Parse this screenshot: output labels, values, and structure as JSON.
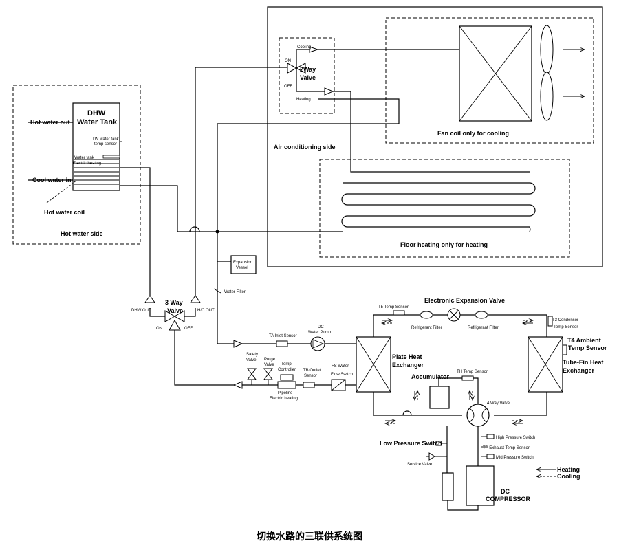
{
  "caption": "切换水路的三联供系统图",
  "labels": {
    "hot_water_out": "Hot water out",
    "cool_water_in": "Cool water in",
    "dhw_title1": "DHW",
    "dhw_title2": "Water Tank",
    "tw_sensor1": "TW water tank",
    "tw_sensor2": "temp sensor",
    "tank_heat1": "Water tank",
    "tank_heat2": "Electric heating",
    "hot_water_coil": "Hot water coil",
    "hot_water_side": "Hot water side",
    "cooling": "Cooling",
    "heating": "Heating",
    "on": "ON",
    "off": "OFF",
    "two_way_valve1": "2Way",
    "two_way_valve2": "Valve",
    "fan_coil": "Fan coil only for cooling",
    "air_conditioning_side": "Air conditioning side",
    "floor_heating": "Floor heating only for heating",
    "expansion_vessel1": "Expansion",
    "expansion_vessel2": "Vessel",
    "water_filter": "Water Filter",
    "dhw_out": "DHW OUT",
    "hc_out": "H/C OUT",
    "three_way_valve1": "3 Way",
    "three_way_valve2": "Valve",
    "ta_inlet_sensor": "TA Inlet Sensor",
    "dc_water_pump1": "DC",
    "dc_water_pump2": "Water Pump",
    "safety_valve1": "Safety",
    "safety_valve2": "Valve",
    "purge_valve1": "Purge",
    "purge_valve2": "Valve",
    "temp_controller1": "Temp",
    "temp_controller2": "Controller",
    "pipeline_heating1": "Pipeline",
    "pipeline_heating2": "Electric heating",
    "tb_outlet1": "TB Outlet",
    "tb_outlet2": "Sensor",
    "fs_flow1": "FS  Water",
    "fs_flow2": "Flow Switch",
    "plate_hx1": "Plate Heat",
    "plate_hx2": "Exchanger",
    "t5_sensor": "T5 Temp Sensor",
    "eev": "Electronic Expansion Valve",
    "refrigerant_filter": "Refrigerant Filter",
    "t3_sensor1": "T3 Condensor",
    "t3_sensor2": "Temp Sensor",
    "t4_sensor1": "T4  Ambient",
    "t4_sensor2": "Temp Sensor",
    "tube_fin1": "Tube-Fin Heat",
    "tube_fin2": "Exchanger",
    "accumulator": "Accumulator",
    "th_sensor": "TH Temp Sensor",
    "four_way_valve": "4 Way Valve",
    "high_pressure": "High Pressure Switch",
    "tp_sensor": "TP  Exhaust Temp Sensor",
    "mid_pressure": "Mid Pressure Switch",
    "low_pressure": "Low Pressure Switch",
    "service_valve": "Service Valve",
    "compressor1": "DC",
    "compressor2": "COMPRESSOR",
    "legend_heating": "Heating",
    "legend_cooling": "Cooling"
  }
}
